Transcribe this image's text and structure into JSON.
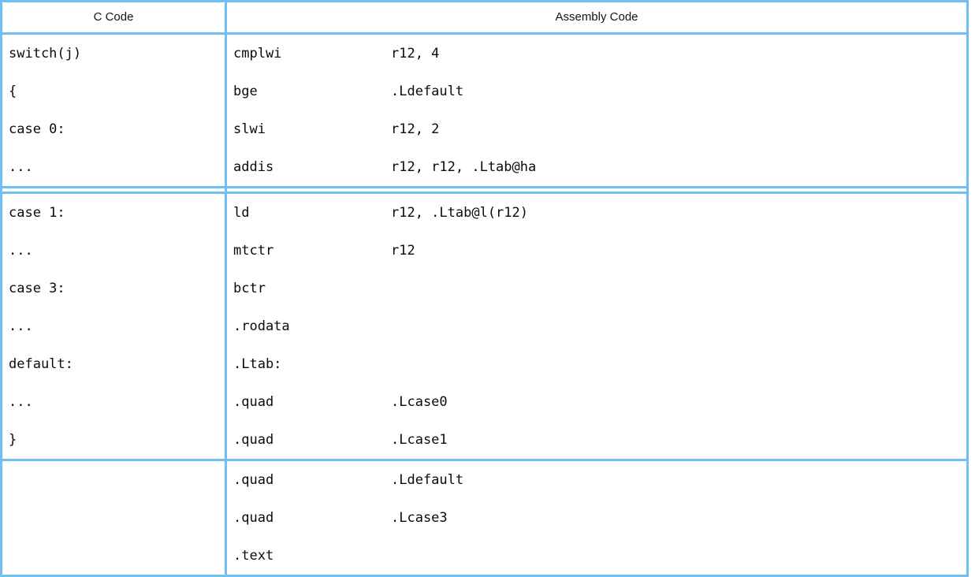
{
  "table": {
    "headers": {
      "c_code": "C Code",
      "assembly_code": "Assembly Code"
    },
    "border_color": "#6ec0f2",
    "sections": [
      {
        "rows": [
          {
            "c": "switch(j)",
            "op": "cmplwi",
            "args": "r12, 4"
          },
          {
            "c": "{",
            "op": "bge",
            "args": ".Ldefault"
          },
          {
            "c": "case 0:",
            "op": "slwi",
            "args": "r12, 2"
          },
          {
            "c": "...",
            "op": "addis",
            "args": "r12, r12, .Ltab@ha"
          }
        ]
      },
      {
        "rows": [
          {
            "c": "case 1:",
            "op": "ld",
            "args": "r12, .Ltab@l(r12)"
          },
          {
            "c": "...",
            "op": "mtctr",
            "args": "r12"
          },
          {
            "c": "case 3:",
            "op": "bctr",
            "args": ""
          },
          {
            "c": "...",
            "op": ".rodata",
            "args": ""
          },
          {
            "c": "default:",
            "op": ".Ltab:",
            "args": ""
          },
          {
            "c": "...",
            "op": ".quad",
            "args": ".Lcase0"
          },
          {
            "c": "}",
            "op": ".quad",
            "args": ".Lcase1"
          }
        ]
      },
      {
        "rows": [
          {
            "c": "",
            "op": ".quad",
            "args": ".Ldefault"
          },
          {
            "c": "",
            "op": ".quad",
            "args": ".Lcase3"
          },
          {
            "c": "",
            "op": ".text",
            "args": ""
          }
        ]
      }
    ]
  }
}
